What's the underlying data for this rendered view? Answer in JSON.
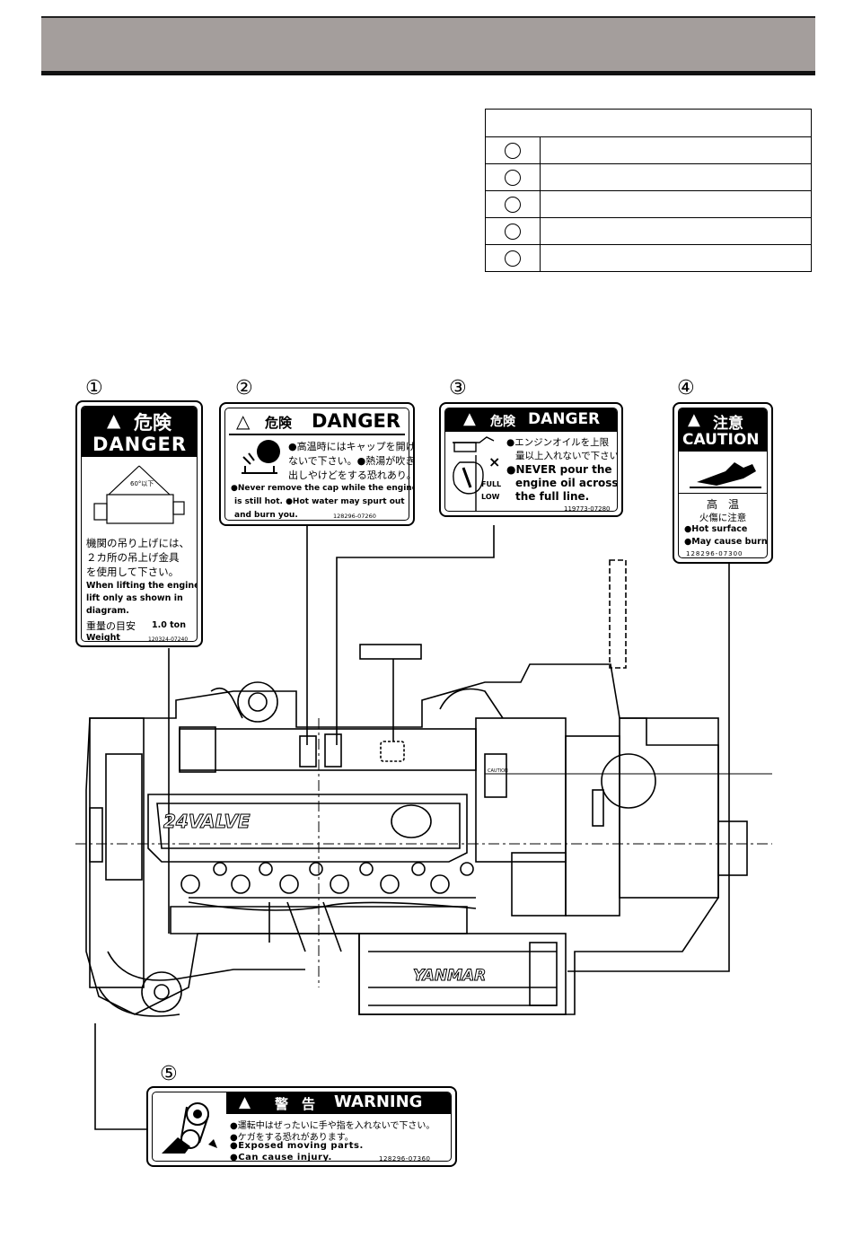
{
  "callouts": [
    "①",
    "②",
    "③",
    "④",
    "⑤"
  ],
  "label1": {
    "jp_title": "危険",
    "en_title": "DANGER",
    "diagram_text": "60°以下",
    "jp_line1": "機関の吊り上げには、",
    "jp_line2": "２カ所の吊上げ金具",
    "jp_line3": "を使用して下さい。",
    "en_line1": "When lifting the engine,",
    "en_line2": "lift only as shown in",
    "en_line3": "diagram.",
    "weight_jp": "重量の目安",
    "weight_value": "1.0 ton",
    "weight_en": "Weight",
    "part_no": "120324-07240"
  },
  "label2": {
    "jp_title": "危険",
    "en_title": "DANGER",
    "jp_line1": "●高温時にはキャップを開け",
    "jp_line2": "ないで下さい。●熱湯が吹き",
    "jp_line3": "出しやけどをする恐れあり。",
    "en_line1": "●Never remove the cap while the engine",
    "en_line2": "is still hot.  ●Hot water may spurt out",
    "en_line3": "and burn you.",
    "part_no": "128296-07260"
  },
  "label3": {
    "jp_title": "危険",
    "en_title": "DANGER",
    "jp_line1": "●エンジンオイルを上限",
    "jp_line2": "量以上入れないで下さい。",
    "en_line1": "●NEVER pour the",
    "en_line2": "engine oil across",
    "en_line3": "the full line.",
    "full": "FULL",
    "low": "LOW",
    "mark": "×",
    "part_no": "119773-07280"
  },
  "label4": {
    "jp_title": "注意",
    "en_title": "CAUTION",
    "jp_line1": "高　温",
    "jp_line2": "火傷に注意",
    "en_line1": "●Hot surface",
    "en_line2": "●May cause burn",
    "part_no": "128296-07300"
  },
  "label5": {
    "jp_title": "警　告",
    "en_title": "WARNING",
    "jp_line1": "●運転中はぜったいに手や指を入れないで下さい。",
    "jp_line2": "●ケガをする恐れがあります。",
    "en_line1": "●Exposed moving parts.",
    "en_line2": "●Can cause injury.",
    "part_no": "128296-07360"
  },
  "engine": {
    "valve_text": "24VALVE",
    "brand": "YANMAR",
    "small_caution": "CAUTION"
  }
}
